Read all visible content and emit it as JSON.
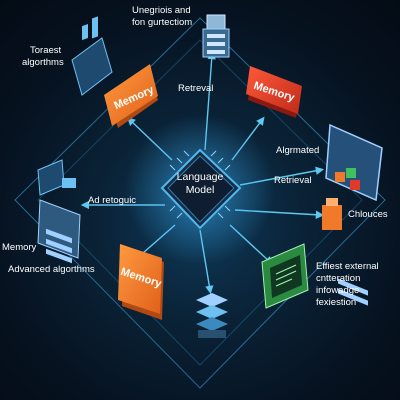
{
  "center": {
    "line1": "Language",
    "line2": "Model"
  },
  "labels": {
    "top_center_1": "Unegriois and",
    "top_center_2": "fon gurtectiom",
    "top_left_1": "Toraest",
    "top_left_2": "algorthms",
    "retrieval_top": "Retreval",
    "alg_right": "Algrmated",
    "retrieval_right": "Retrieval",
    "chouces": "Chlouces",
    "ad_retoguic": "Ad retoguic",
    "memory_left": "Memory",
    "adv_algorithms": "Advanced algorthms",
    "efficient_1": "Effiest external",
    "efficient_2": "cntteration",
    "efficient_3": "infowadge",
    "efficient_4": "fexiestion"
  },
  "blocks": {
    "memory_tl": "Memory",
    "memory_tr": "Memory",
    "memory_bl": "Memory"
  },
  "colors": {
    "background": "#061220",
    "accent_blue": "#3aa8e0",
    "memory_orange": "#f07a2a",
    "memory_red": "#e03a2a",
    "cyan_line": "#5ec8f0"
  }
}
